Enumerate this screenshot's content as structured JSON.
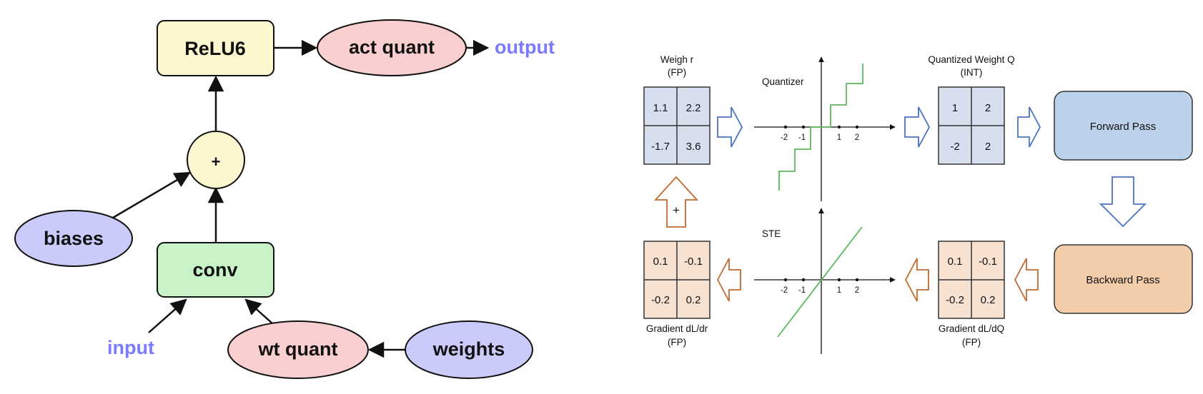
{
  "left": {
    "relu6": "ReLU6",
    "act_quant": "act quant",
    "output": "output",
    "plus": "+",
    "biases": "biases",
    "conv": "conv",
    "input": "input",
    "wt_quant": "wt quant",
    "weights": "weights"
  },
  "right": {
    "weight_fp_title1": "Weigh r",
    "weight_fp_title2": "(FP)",
    "quantizer_label": "Quantizer",
    "qweight_title1": "Quantized Weight Q",
    "qweight_title2": "(INT)",
    "forward_pass": "Forward Pass",
    "backward_pass": "Backward Pass",
    "ste_label": "STE",
    "plus": "+",
    "grad_r_title1": "Gradient dL/dr",
    "grad_r_title2": "(FP)",
    "grad_q_title1": "Gradient dL/dQ",
    "grad_q_title2": "(FP)",
    "ticks": [
      "-2",
      "-1",
      "1",
      "2"
    ],
    "weight_fp": [
      "1.1",
      "2.2",
      "-1.7",
      "3.6"
    ],
    "qweight": [
      "1",
      "2",
      "-2",
      "2"
    ],
    "grad_r": [
      "0.1",
      "-0.1",
      "-0.2",
      "0.2"
    ],
    "grad_q": [
      "0.1",
      "-0.1",
      "-0.2",
      "0.2"
    ]
  },
  "colors": {
    "yellow": "#fdf7cf",
    "pink": "#f9cfcf",
    "lavender": "#cacbfb",
    "green": "#c8f3c8",
    "blue_matrix": "#d7dfee",
    "peach_matrix": "#f7e1d0",
    "forward": "#bcd2ea",
    "backward": "#f3cda9",
    "arrow_blue": "#4a72c4",
    "arrow_orange": "#c46a2e",
    "curve_green": "#5cb85c"
  }
}
